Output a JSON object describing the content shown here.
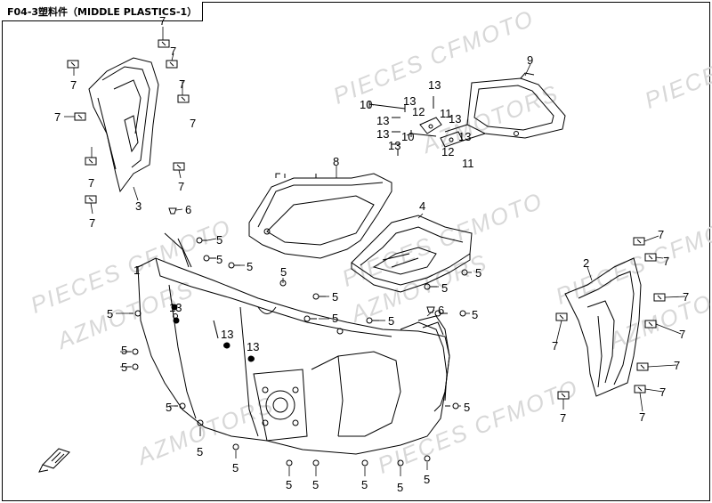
{
  "title": "F04-3塑料件（MIDDLE PLASTICS-1）",
  "watermark": {
    "line1": "PIECES CFMOTO",
    "line2": "AZMOTORS"
  },
  "callouts": {
    "n1": "1",
    "n2": "2",
    "n3": "3",
    "n4": "4",
    "n5": "5",
    "n6": "6",
    "n7": "7",
    "n8": "8",
    "n9": "9",
    "n10": "10",
    "n11": "11",
    "n12": "12",
    "n13": "13"
  },
  "colors": {
    "line": "#000000",
    "watermark": "#d8d8d8"
  }
}
